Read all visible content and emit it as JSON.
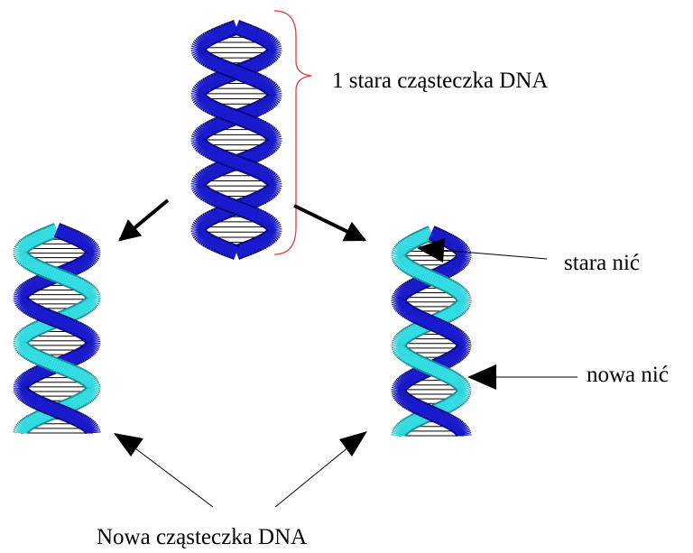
{
  "labels": {
    "parent_molecule": "1 stara cząsteczka DNA",
    "old_strand": "stara nić",
    "new_strand": "nowa nić",
    "daughter_molecules": "Nowa cząsteczka DNA"
  },
  "colors": {
    "old_strand": "#1a1ad0",
    "old_strand_edge": "#0a0a80",
    "new_strand": "#33e0e6",
    "new_strand_edge": "#1a8f95",
    "base_pairs": "#000000",
    "brace": "#e63a3a",
    "arrows": "#000000",
    "background": "#ffffff"
  },
  "icons": {
    "parent": "dna-double-helix-icon",
    "daughter": "dna-double-helix-icon"
  }
}
